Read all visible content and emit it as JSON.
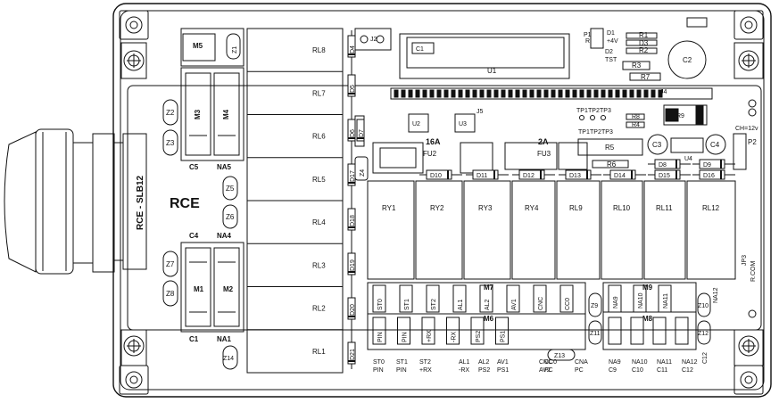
{
  "board": {
    "main_label": "RCE",
    "cable_label": "RCE - SLB12",
    "cn_label": "CH=12v"
  },
  "relays_left": [
    "RL8",
    "RL7",
    "RL6",
    "RL5",
    "RL4",
    "RL3",
    "RL2",
    "RL1"
  ],
  "relays_bottom": [
    "RY1",
    "RY2",
    "RY3",
    "RY4",
    "RL9",
    "RL10",
    "RL11",
    "RL12"
  ],
  "diodes_vertical": [
    "D4",
    "D5",
    "D6",
    "D7",
    "D17",
    "D18",
    "D19",
    "D20",
    "D21"
  ],
  "diodes_horizontal": [
    "D10",
    "D11",
    "D12",
    "D13",
    "D14",
    "D15",
    "D16",
    "D8",
    "D9"
  ],
  "motor_blocks": {
    "m5": "M5",
    "m3": "M3",
    "m4": "M4",
    "m1": "M1",
    "m2": "M2",
    "c5": "C5",
    "na5": "NA5",
    "c4": "C4",
    "na4": "NA4",
    "c1": "C1",
    "na1": "NA1"
  },
  "zeners": {
    "z1": "Z1",
    "z2": "Z2",
    "z3": "Z3",
    "z4": "Z4",
    "z5": "Z5",
    "z6": "Z6",
    "z7": "Z7",
    "z8": "Z8",
    "z9": "Z9",
    "z10": "Z10",
    "z11": "Z11",
    "z12": "Z12",
    "z13": "Z13",
    "z14": "Z14"
  },
  "fuses": {
    "fu2_rating": "16A",
    "fu2": "FU2",
    "fu3_rating": "2A",
    "fu3": "FU3"
  },
  "ics": {
    "u1": "U1",
    "u2": "U2",
    "u3": "U3",
    "u4": "U4",
    "c1": "C1",
    "j2": "J2",
    "j4": "J4",
    "j5": "J5",
    "p2": "P2",
    "jp3": "JP3",
    "r_com": "R.COM"
  },
  "passives": {
    "r1": "R1",
    "r2": "R2",
    "r3": "R3",
    "r4": "R4",
    "r5": "R5",
    "r6": "R6",
    "r7": "R7",
    "r8": "R8",
    "r9": "R9",
    "d1": "D1",
    "d2": "D2",
    "d3": "D3",
    "c2": "C2",
    "c3": "C3",
    "c4": "C4",
    "p1": "P1",
    "r_lbl": "R",
    "tst": "TST",
    "plus4v": "+4V",
    "tp_upper": [
      "TP1",
      "TP2",
      "TP3"
    ],
    "tp_lower": [
      "TP1",
      "TP2",
      "TP3"
    ]
  },
  "terminal_m7": {
    "name": "M7",
    "pins": [
      "ST0",
      "ST1",
      "ST2",
      "AL1",
      "AL2",
      "AV1",
      "CNC",
      "CC0"
    ]
  },
  "terminal_m6": {
    "name": "M6",
    "pins": [
      "PIN",
      "PIN",
      "+RX",
      "-RX",
      "PS2",
      "PS1"
    ]
  },
  "terminal_m9": {
    "name": "M9",
    "pins": [
      "NA9",
      "NA10",
      "NA11"
    ],
    "extra": "NA12"
  },
  "terminal_m8": {
    "name": "M8"
  },
  "bottom_labels": [
    [
      "ST0",
      "PIN"
    ],
    [
      "ST1",
      "PIN"
    ],
    [
      "ST2",
      "+RX"
    ],
    [
      "AL1",
      "-RX"
    ],
    [
      "AL2",
      "PS2"
    ],
    [
      "AV1",
      "PS1"
    ],
    [
      "CNC",
      "AV2"
    ],
    [
      "CC0",
      "PC"
    ],
    [
      "CNA",
      "PC"
    ],
    [
      "NA9",
      "C9"
    ],
    [
      "NA10",
      "C10"
    ],
    [
      "NA11",
      "C11"
    ],
    [
      "NA12",
      "C12"
    ]
  ],
  "c12_label": "C12"
}
